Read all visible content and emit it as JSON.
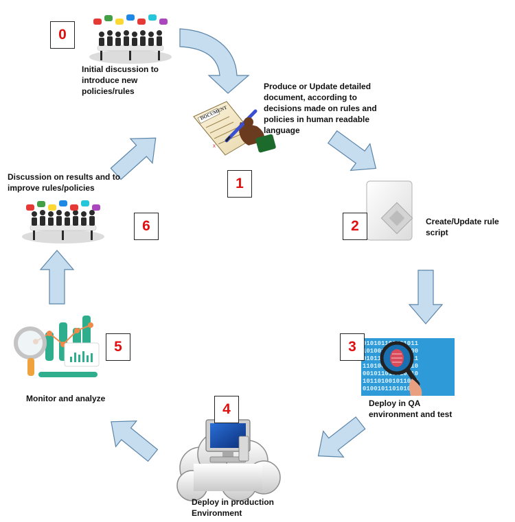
{
  "steps": [
    {
      "number": "0",
      "text": "Initial discussion to introduce new policies/rules",
      "icon": "meeting-icon"
    },
    {
      "number": "1",
      "text": "Produce or Update detailed document, according to decisions made on rules and policies in human readable language",
      "icon": "document-writing-icon"
    },
    {
      "number": "2",
      "text": "Create/Update rule script",
      "icon": "script-file-icon"
    },
    {
      "number": "3",
      "text": "Deploy in QA environment and test",
      "icon": "binary-magnifier-icon"
    },
    {
      "number": "4",
      "text": "Deploy in production Environment",
      "icon": "cloud-computer-icon"
    },
    {
      "number": "5",
      "text": "Monitor and analyze",
      "icon": "analytics-dashboard-icon"
    },
    {
      "number": "6",
      "text": "Discussion on results and to improve rules/policies",
      "icon": "meeting-icon"
    }
  ],
  "colors": {
    "arrow_fill": "#c6dcef",
    "arrow_stroke": "#5a84a8",
    "number_color": "#e01010"
  }
}
